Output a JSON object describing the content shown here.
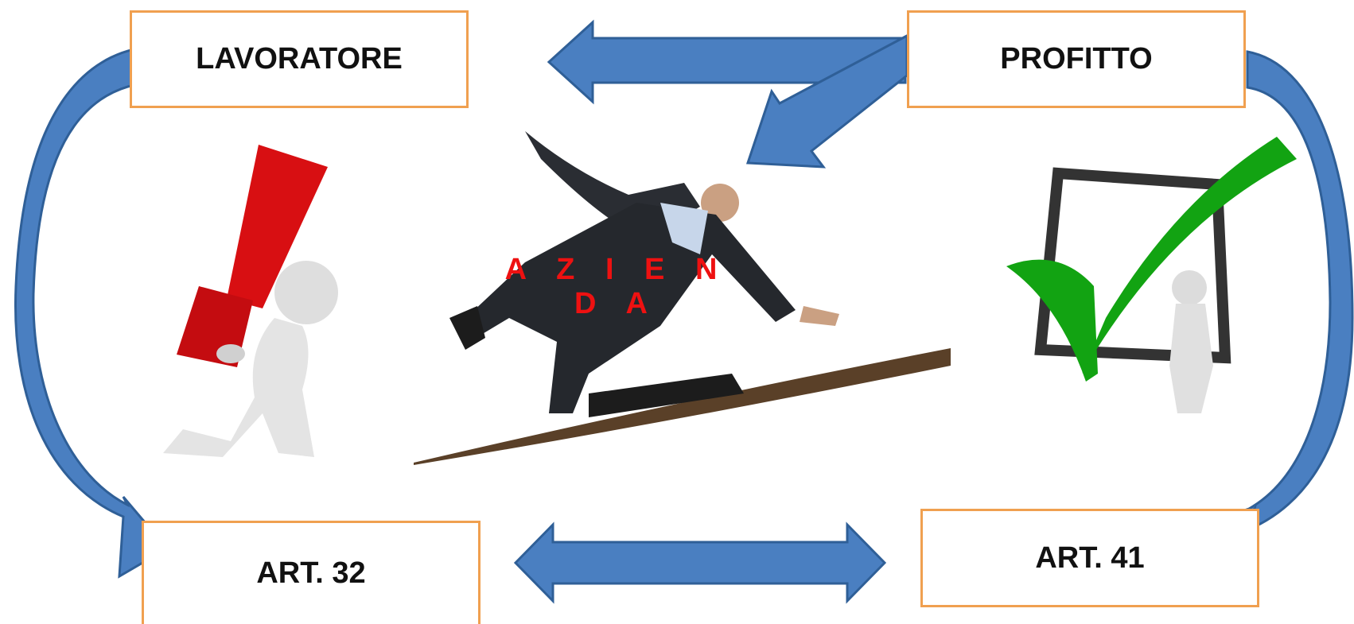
{
  "boxes": {
    "top_left": "LAVORATORE",
    "top_right": "PROFITTO",
    "bottom_left": "ART. 32",
    "bottom_right": "ART. 41"
  },
  "center_label": "A Z I E N D A",
  "colors": {
    "arrow_fill": "#4a7fc1",
    "arrow_stroke": "#2f5f97",
    "box_border": "#f0a050",
    "center_label": "#ee1111",
    "exclamation": "#d80f12",
    "checkmark": "#12a312"
  },
  "icons": [
    "exclamation-figure-icon",
    "tightrope-businessman-illustration",
    "checkmark-frame-figure-icon"
  ]
}
